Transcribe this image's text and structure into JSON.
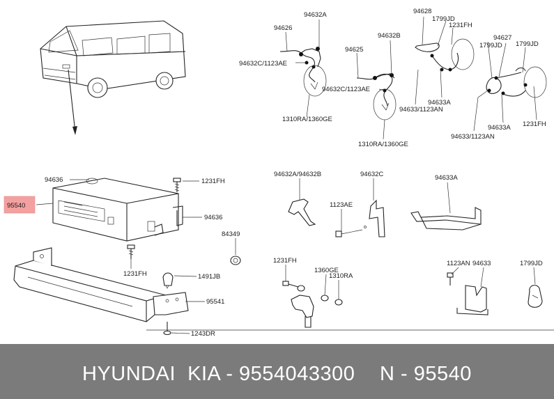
{
  "labels": {
    "l94626": "94626",
    "l94632A": "94632A",
    "l94632C_1123AE_a": "94632C/1123AE",
    "l94625": "94625",
    "l94632B": "94632B",
    "l94632C_1123AE_b": "94632C/1123AE",
    "l1310RA_1360GE_a": "1310RA/1360GE",
    "l1310RA_1360GE_b": "1310RA/1360GE",
    "l94628": "94628",
    "l1799JD_a": "1799JD",
    "l1231FH_a": "1231FH",
    "l94633_1123AN_a": "94633/1123AN",
    "l94633A_a": "94633A",
    "l94627": "94627",
    "l1799JD_b": "1799JD",
    "l1799JD_c": "1799JD",
    "l94633_1123AN_b": "94633/1123AN",
    "l94633A_b": "94633A",
    "l1231FH_b": "1231FH",
    "l94636_a": "94636",
    "l95540": "95540",
    "l1231FH_c": "1231FH",
    "l94636_b": "94636",
    "l84349": "84349",
    "l1231FH_d": "1231FH",
    "l1491JB": "1491JB",
    "l95541": "95541",
    "l1243DR": "1243DR",
    "l94632A_94632B": "94632A/94632B",
    "l94632C": "94632C",
    "l1123AE": "1123AE",
    "l94633A_c": "94633A",
    "l1231FH_e": "1231FH",
    "l1360GE": "1360GE",
    "l1310RA": "1310RA",
    "l1123AN": "1123AN",
    "l94633": "94633",
    "l1799JD_d": "1799JD"
  },
  "colors": {
    "highlight": "#f4a0a0",
    "footer_bg": "#7b7b7b",
    "footer_text": "#ffffff"
  },
  "footer": {
    "brand": "HYUNDAI  KIA - 9554043300",
    "part_ref": "N - 95540"
  }
}
